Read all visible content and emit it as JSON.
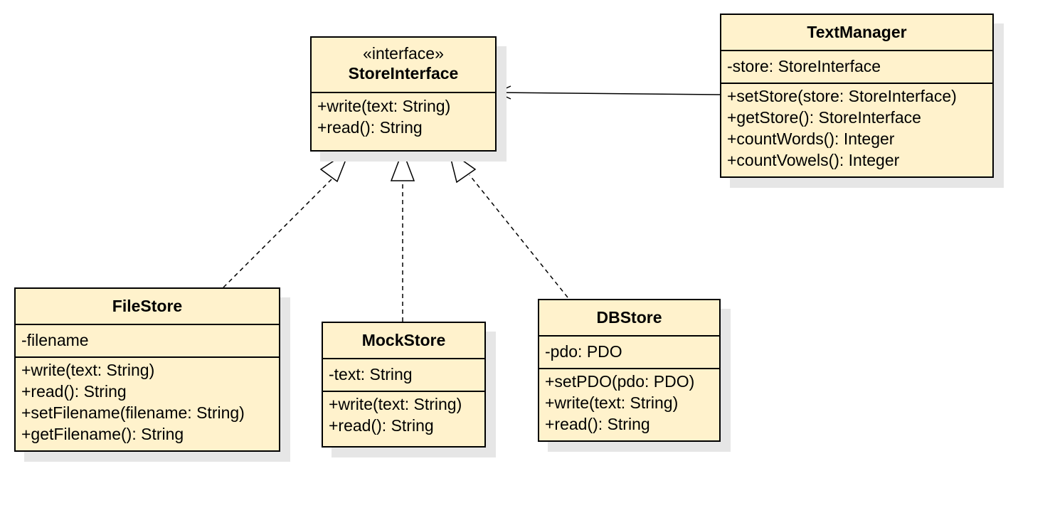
{
  "colors": {
    "class_fill": "#fff2cc",
    "class_border": "#000000",
    "shadow": "#e6e6e6",
    "background": "#ffffff"
  },
  "classes": {
    "store_interface": {
      "stereotype": "«interface»",
      "name": "StoreInterface",
      "attributes": [],
      "methods": [
        "+write(text: String)",
        "+read(): String"
      ]
    },
    "text_manager": {
      "name": "TextManager",
      "attributes": [
        "-store: StoreInterface"
      ],
      "methods": [
        "+setStore(store: StoreInterface)",
        "+getStore(): StoreInterface",
        "+countWords(): Integer",
        "+countVowels(): Integer"
      ]
    },
    "file_store": {
      "name": "FileStore",
      "attributes": [
        "-filename"
      ],
      "methods": [
        "+write(text: String)",
        "+read(): String",
        "+setFilename(filename: String)",
        "+getFilename(): String"
      ]
    },
    "mock_store": {
      "name": "MockStore",
      "attributes": [
        "-text: String"
      ],
      "methods": [
        "+write(text: String)",
        "+read(): String"
      ]
    },
    "db_store": {
      "name": "DBStore",
      "attributes": [
        "-pdo: PDO"
      ],
      "methods": [
        "+setPDO(pdo: PDO)",
        "+write(text: String)",
        "+read(): String"
      ]
    }
  },
  "relations": [
    {
      "type": "association",
      "from": "TextManager",
      "to": "StoreInterface",
      "arrow": "open"
    },
    {
      "type": "realization",
      "from": "FileStore",
      "to": "StoreInterface",
      "arrow": "hollow-triangle"
    },
    {
      "type": "realization",
      "from": "MockStore",
      "to": "StoreInterface",
      "arrow": "hollow-triangle"
    },
    {
      "type": "realization",
      "from": "DBStore",
      "to": "StoreInterface",
      "arrow": "hollow-triangle"
    }
  ]
}
